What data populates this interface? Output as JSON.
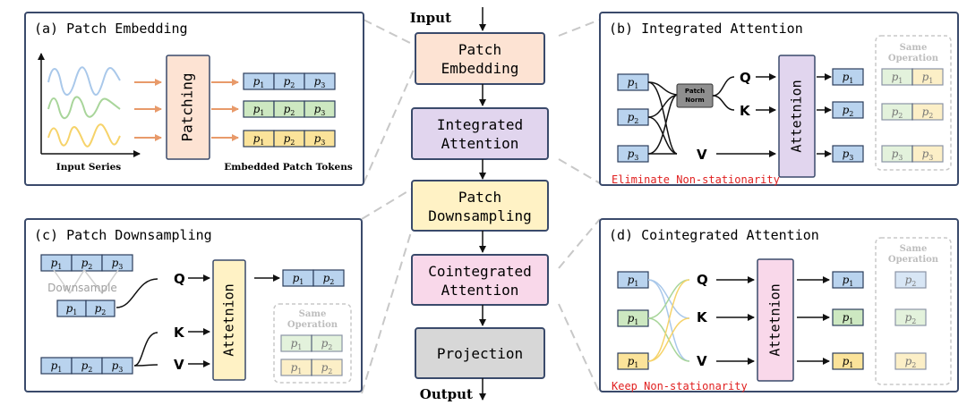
{
  "colors": {
    "tok_blue": "#b9d3ee",
    "tok_green": "#cde8c1",
    "tok_yellow": "#fbe39a",
    "patch_embed": "#fde3d3",
    "integrated": "#e1d5ee",
    "downsample": "#fff2c5",
    "cointegrated": "#f9d8ea",
    "projection": "#d7d7d7",
    "red": "#e02020",
    "dashed": "#c8c8c8",
    "arrow_orange": "#e89a6a"
  },
  "pipeline": {
    "input": "Input",
    "output": "Output",
    "patch_embedding": [
      "Patch",
      "Embedding"
    ],
    "integrated_attention": [
      "Integrated",
      "Attention"
    ],
    "patch_downsampling": [
      "Patch",
      "Downsampling"
    ],
    "cointegrated_attention": [
      "Cointegrated",
      "Attention"
    ],
    "projection": "Projection"
  },
  "panel_a": {
    "title": "(a) Patch Embedding",
    "patching": "Patching",
    "input_series": "Input Series",
    "embedded_tokens": "Embedded Patch Tokens",
    "tokens": [
      "p",
      "p",
      "p"
    ],
    "subs": [
      "1",
      "2",
      "3"
    ]
  },
  "panel_b": {
    "title": "(b) Integrated Attention",
    "patch_norm": [
      "Patch",
      "Norm"
    ],
    "q": "Q",
    "k": "K",
    "v": "V",
    "attention": "Attetnion",
    "same_operation": [
      "Same",
      "Operation"
    ],
    "note": "Eliminate Non-stationarity"
  },
  "panel_c": {
    "title": "(c) Patch Downsampling",
    "downsample": "Downsample",
    "q": "Q",
    "k": "K",
    "v": "V",
    "attention": "Attetnion",
    "same_operation": [
      "Same",
      "Operation"
    ]
  },
  "panel_d": {
    "title": "(d) Cointegrated Attention",
    "q": "Q",
    "k": "K",
    "v": "V",
    "attention": "Attetnion",
    "same_operation": [
      "Same",
      "Operation"
    ],
    "note": "Keep Non-stationarity"
  }
}
